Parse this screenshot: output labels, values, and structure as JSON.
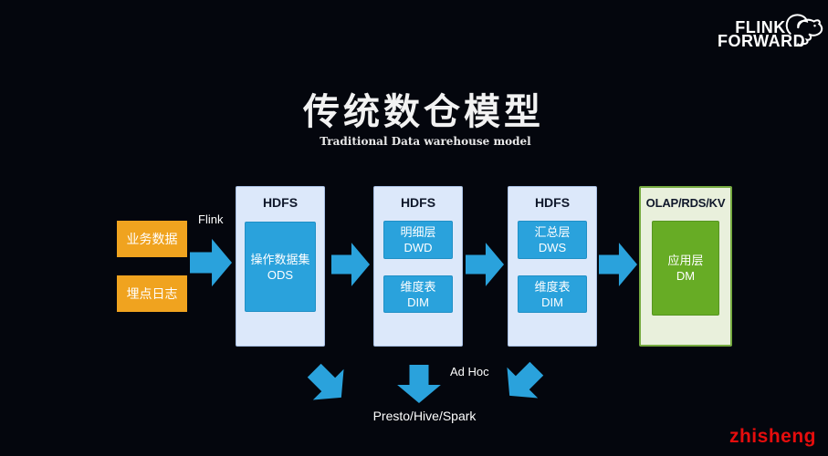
{
  "slide": {
    "logo": {
      "line1": "FLINK",
      "line2": "FORWARD"
    },
    "title": "传统数仓模型",
    "subtitle": "Traditional Data warehouse model",
    "flink_label": "Flink",
    "sources": [
      {
        "label": "业务数据"
      },
      {
        "label": "埋点日志"
      }
    ],
    "columns": [
      {
        "title": "HDFS",
        "boxes": [
          {
            "line1": "操作数据集",
            "line2": "ODS"
          }
        ]
      },
      {
        "title": "HDFS",
        "boxes": [
          {
            "line1": "明细层",
            "line2": "DWD"
          },
          {
            "line1": "维度表",
            "line2": "DIM"
          }
        ]
      },
      {
        "title": "HDFS",
        "boxes": [
          {
            "line1": "汇总层",
            "line2": "DWS"
          },
          {
            "line1": "维度表",
            "line2": "DIM"
          }
        ]
      },
      {
        "title": "OLAP/RDS/KV",
        "boxes": [
          {
            "line1": "应用层",
            "line2": "DM"
          }
        ]
      }
    ],
    "bottom": {
      "ad_hoc": "Ad Hoc",
      "engines": "Presto/Hive/Spark"
    },
    "watermark": "zhisheng",
    "colors": {
      "background": "#04060d",
      "accent_blue": "#2aa2dc",
      "container_blue": "#dce8fa",
      "container_blue_border": "#a9c0e4",
      "source_orange": "#f0a31f",
      "container_green": "#e9f0dc",
      "container_green_border": "#76aa40",
      "accent_green": "#67ac25",
      "watermark_red": "#e50d0d",
      "title_white": "#f2f2f2",
      "text_dark": "#10182b"
    }
  }
}
